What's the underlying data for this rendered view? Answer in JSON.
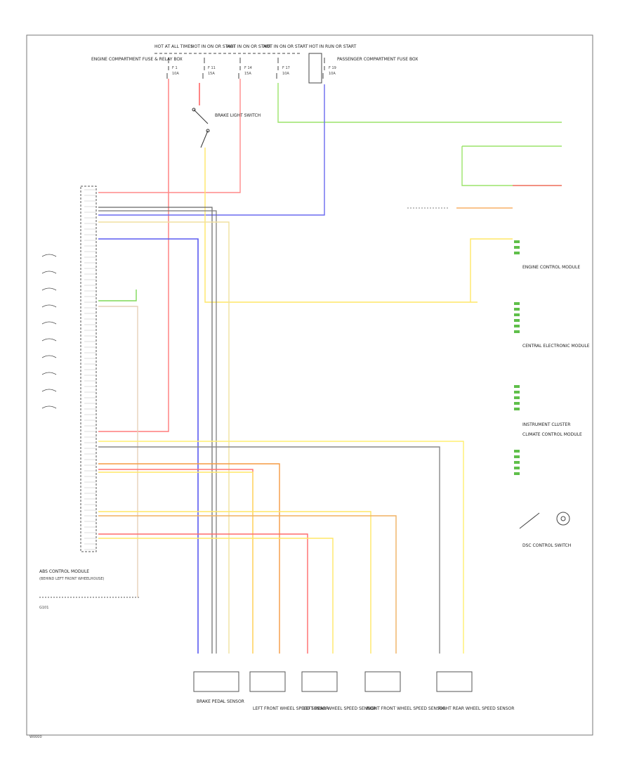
{
  "diagram": {
    "fuse_labels": [
      "HOT AT ALL TIMES",
      "HOT IN ON OR START",
      "HOT IN ON OR START",
      "HOT IN ON OR START",
      "HOT IN RUN OR START"
    ],
    "fuse_ids": [
      "F 1",
      "F 11",
      "F 14",
      "F 17",
      "F 19"
    ],
    "fuse_amps": [
      "10A",
      "15A",
      "15A",
      "10A",
      "10A"
    ],
    "upper_left_box": "ENGINE COMPARTMENT FUSE & RELAY BOX",
    "upper_right_box": "PASSENGER COMPARTMENT FUSE BOX",
    "brake_switch": "BRAKE LIGHT SWITCH",
    "control_module": "ABS CONTROL MODULE",
    "control_module_loc": "(BEHIND LEFT FRONT WHEELHOUSE)",
    "ground": "G101",
    "speed_sensor": "BRAKE PEDAL SENSOR",
    "wheel_sensors": [
      "LEFT FRONT WHEEL SPEED SENSOR",
      "LEFT REAR WHEEL SPEED SENSOR",
      "RIGHT FRONT WHEEL SPEED SENSOR",
      "RIGHT REAR WHEEL SPEED SENSOR"
    ],
    "right_modules": [
      "ENGINE CONTROL MODULE",
      "CENTRAL ELECTRONIC MODULE",
      "INSTRUMENT CLUSTER",
      "CLIMATE CONTROL MODULE",
      "DSC CONTROL SWITCH"
    ],
    "footer": "W0000"
  }
}
